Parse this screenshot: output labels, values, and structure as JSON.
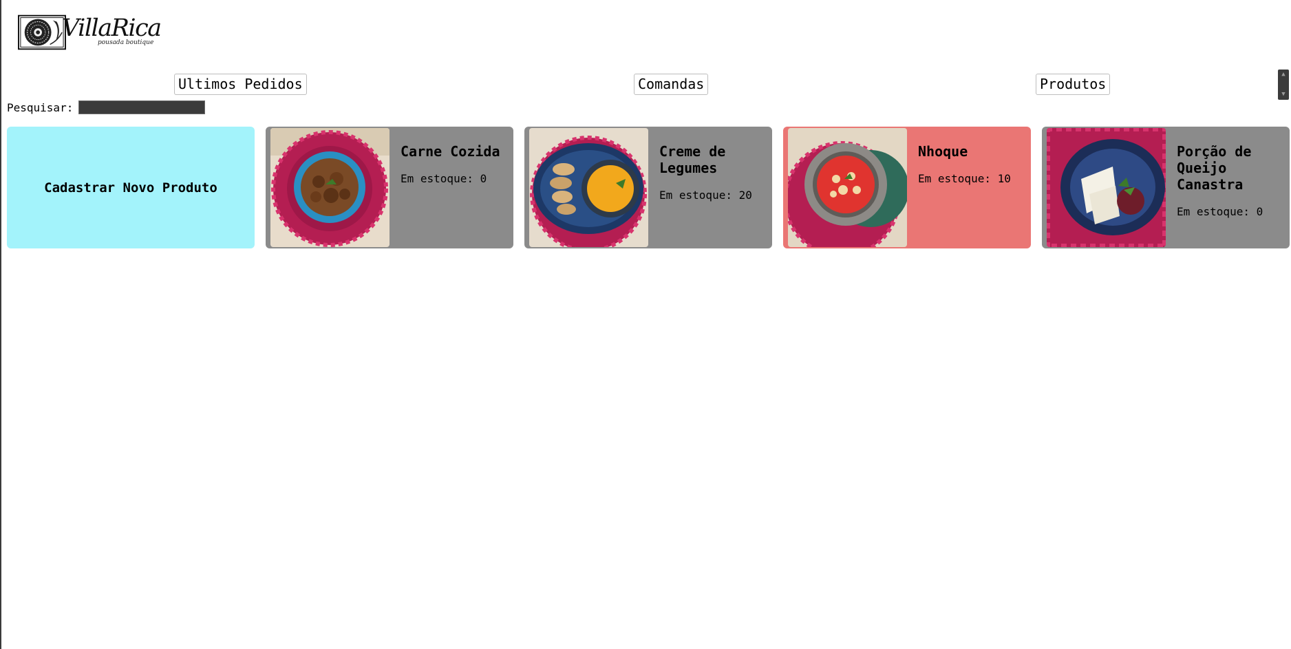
{
  "brand": {
    "name": "VillaRica",
    "tagline": "pousada boutique"
  },
  "nav": [
    {
      "id": "ultimos-pedidos",
      "label": "Ultimos Pedidos"
    },
    {
      "id": "comandas",
      "label": "Comandas"
    },
    {
      "id": "produtos",
      "label": "Produtos"
    }
  ],
  "search": {
    "label": "Pesquisar:",
    "value": "",
    "placeholder": ""
  },
  "new_product": {
    "label": "Cadastrar Novo Produto"
  },
  "stock_label": "Em estoque:",
  "products": [
    {
      "name": "Carne Cozida",
      "stock": "0",
      "highlighted": false
    },
    {
      "name": "Creme de Legumes",
      "stock": "20",
      "highlighted": false
    },
    {
      "name": "Nhoque",
      "stock": "10",
      "highlighted": true
    },
    {
      "name": "Porção de Queijo Canastra",
      "stock": "0",
      "highlighted": false
    }
  ],
  "colors": {
    "new_card": "#a3f3fb",
    "product_card": "#8b8b8b",
    "highlight_card": "#ea7674",
    "search_input": "#3b3b3b"
  }
}
